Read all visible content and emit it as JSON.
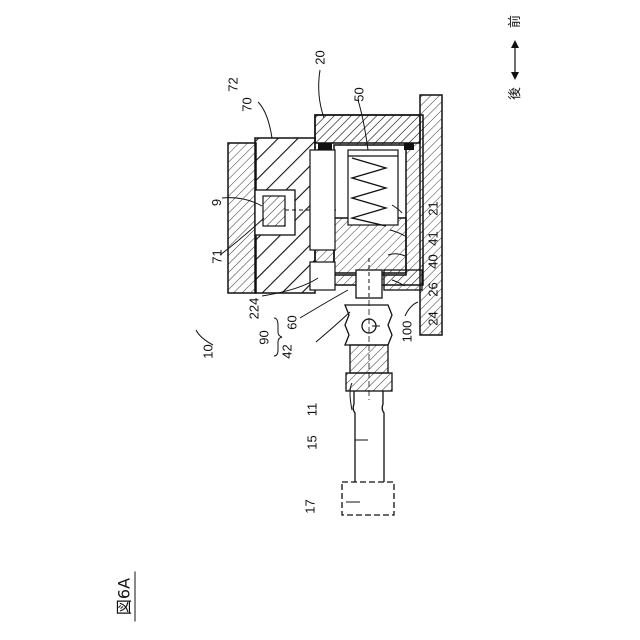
{
  "figure": {
    "title": "図6A"
  },
  "direction": {
    "front": "前",
    "rear": "後"
  },
  "labels": {
    "l10": "10",
    "l9": "9",
    "l71": "71",
    "l72": "72",
    "l70": "70",
    "l20": "20",
    "l50": "50",
    "l21": "21",
    "l41": "41",
    "l40": "40",
    "l26": "26",
    "l24": "24",
    "l100": "100",
    "l224": "224",
    "l60": "60",
    "l90": "90",
    "l42": "42",
    "l11": "11",
    "l15": "15",
    "l17": "17"
  }
}
